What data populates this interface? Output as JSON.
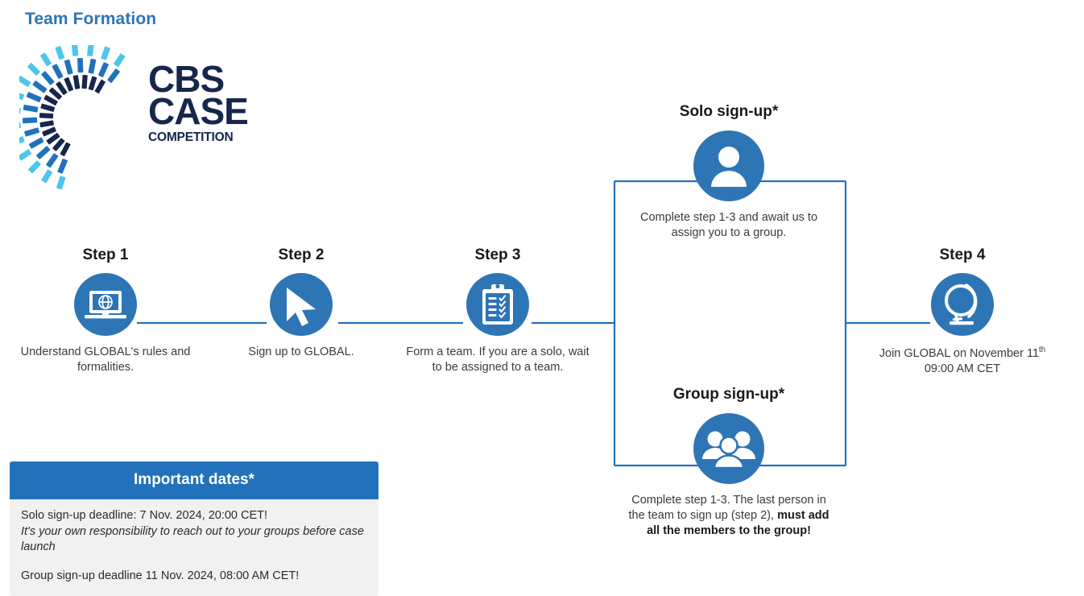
{
  "page": {
    "title": "Team Formation",
    "accent_blue": "#2e75b6",
    "header_blue": "#2272bb",
    "navy": "#16264c",
    "light_cyan": "#4cc6ef",
    "box_bg": "#f1f1f1"
  },
  "logo": {
    "line1": "CBS",
    "line2": "CASE",
    "line3": "COMPETITION",
    "icon": "cbs-case-competition-burst-logo"
  },
  "steps": [
    {
      "id": "step1",
      "title": "Step 1",
      "icon": "laptop-globe-icon",
      "caption": "Understand GLOBAL's rules and formalities."
    },
    {
      "id": "step2",
      "title": "Step 2",
      "icon": "cursor-arrow-icon",
      "caption": "Sign up to GLOBAL."
    },
    {
      "id": "step3",
      "title": "Step 3",
      "icon": "clipboard-checklist-icon",
      "caption": "Form a team. If you are a solo, wait to be assigned to a team."
    },
    {
      "id": "step4",
      "title": "Step 4",
      "icon": "desk-globe-icon",
      "caption_prefix": "Join GLOBAL on November 11",
      "caption_sup": "th",
      "caption_line2": "09:00 AM CET"
    }
  ],
  "branches": {
    "solo": {
      "title": "Solo sign-up*",
      "icon": "single-person-icon",
      "caption": "Complete step 1-3 and await us to assign you to a group."
    },
    "group": {
      "title": "Group sign-up*",
      "icon": "three-people-icon",
      "caption_part1": "Complete step 1-3. The last person in the team to sign up (step 2), ",
      "caption_bold": "must add all the members to the group!"
    }
  },
  "important_dates": {
    "header": "Important dates*",
    "solo_deadline": "Solo sign-up deadline: 7 Nov. 2024, 20:00 CET!",
    "solo_note": "It's your own responsibility to reach out to your groups before case launch",
    "group_deadline": "Group sign-up deadline 11 Nov. 2024, 08:00 AM CET!"
  }
}
